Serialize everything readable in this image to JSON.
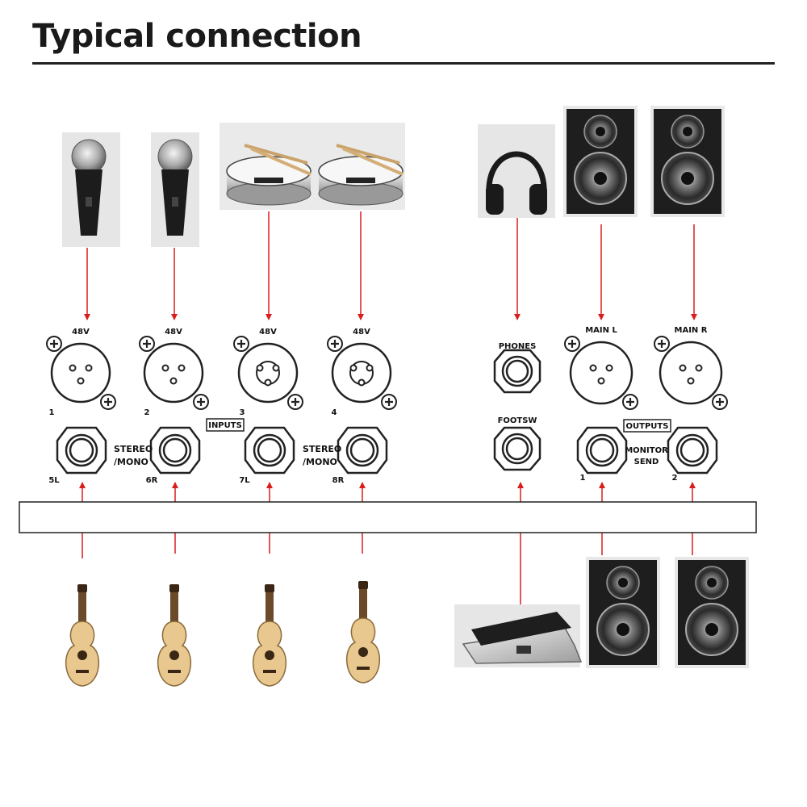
{
  "title": "Typical connection",
  "colors": {
    "arrow": "#d81e1e",
    "panel_line": "#222222",
    "device_bg": "#e8e8e8",
    "speaker_body": "#1e1e1e",
    "guitar_wood": "#e8c88e"
  },
  "inputs": {
    "group_label": "INPUTS",
    "xlr_channels": [
      {
        "phantom": "48V",
        "number": "1",
        "source": "microphone"
      },
      {
        "phantom": "48V",
        "number": "2",
        "source": "microphone"
      },
      {
        "phantom": "48V",
        "number": "3",
        "source": "snare-drum"
      },
      {
        "phantom": "48V",
        "number": "4",
        "source": "snare-drum"
      }
    ],
    "line_jacks": [
      {
        "label": "5L",
        "source": "acoustic-guitar"
      },
      {
        "label": "6R",
        "source": "acoustic-guitar"
      },
      {
        "label": "7L",
        "source": "acoustic-guitar"
      },
      {
        "label": "8R",
        "source": "acoustic-guitar"
      }
    ],
    "stereo_mono_label_line1": "STEREO",
    "stereo_mono_label_line2": "/MONO"
  },
  "phones": {
    "label": "PHONES",
    "device": "headphones"
  },
  "footswitch": {
    "label": "FOOTSW",
    "device": "foot-pedal"
  },
  "outputs": {
    "group_label": "OUTPUTS",
    "main_l": {
      "label": "MAIN L",
      "device": "studio-monitor"
    },
    "main_r": {
      "label": "MAIN R",
      "device": "studio-monitor"
    },
    "monitor_send_label_line1": "MONITOR",
    "monitor_send_label_line2": "SEND",
    "monitor_1": {
      "label": "1",
      "device": "studio-monitor"
    },
    "monitor_2": {
      "label": "2",
      "device": "studio-monitor"
    }
  }
}
